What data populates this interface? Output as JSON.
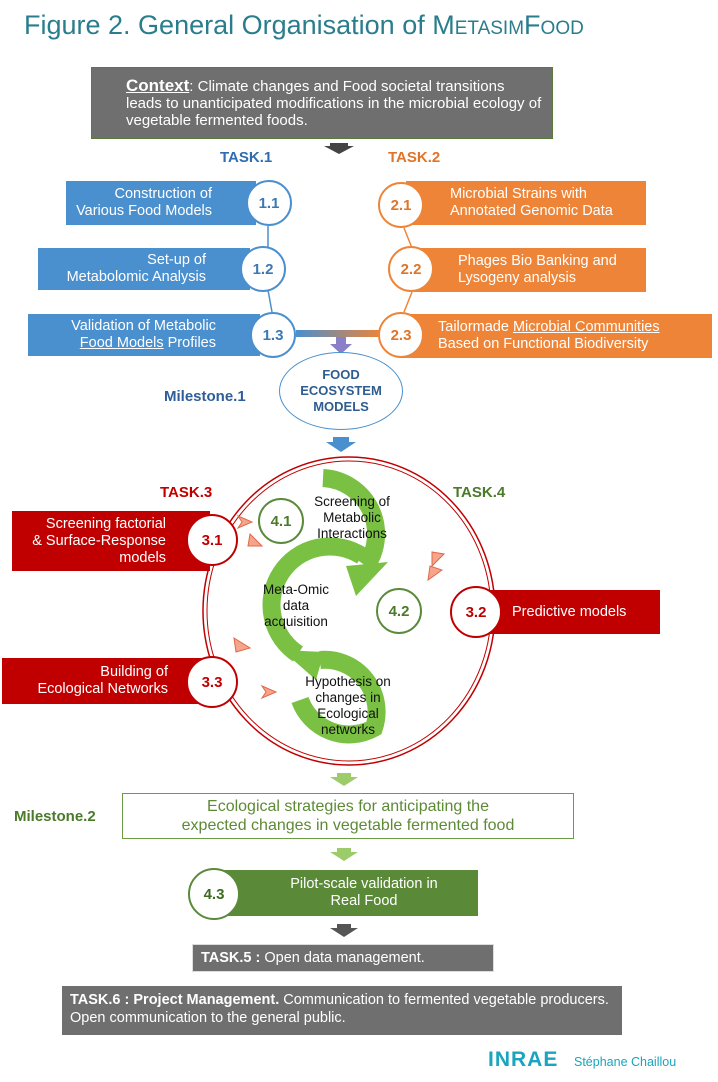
{
  "title": {
    "main": "Figure 2. General Organisation of ",
    "brand_m": "M",
    "brand_mid": "ETASIM",
    "brand_f": "F",
    "brand_end": "OOD"
  },
  "context": {
    "heading": "Context",
    "text": ": Climate changes and Food societal transitions leads to unanticipated modifications in the microbial ecology of vegetable fermented foods."
  },
  "task1": {
    "label": "TASK.1"
  },
  "task2": {
    "label": "TASK.2"
  },
  "task3": {
    "label": "TASK.3"
  },
  "task4": {
    "label": "TASK.4"
  },
  "t11": {
    "num": "1.1",
    "line1": "Construction of",
    "line2": "Various Food Models"
  },
  "t12": {
    "num": "1.2",
    "line1": "Set-up of",
    "line2": "Metabolomic Analysis"
  },
  "t13": {
    "num": "1.3",
    "line1": "Validation of Metabolic",
    "line2_u": "Food Models",
    "line2_rest": " Profiles"
  },
  "t21": {
    "num": "2.1",
    "line1": "Microbial Strains with",
    "line2": "Annotated Genomic Data"
  },
  "t22": {
    "num": "2.2",
    "line1": "Phages Bio Banking and",
    "line2": "Lysogeny analysis"
  },
  "t23": {
    "num": "2.3",
    "line1_pre": "Tailormade ",
    "line1_u": "Microbial Communities",
    "line2": "Based on Functional Biodiversity"
  },
  "ecosystem": {
    "line1": "FOOD",
    "line2": "ECOSYSTEM",
    "line3": "MODELS"
  },
  "milestone1": "Milestone.1",
  "t31": {
    "num": "3.1",
    "line1": "Screening factorial",
    "line2": "& Surface-Response",
    "line3": "models"
  },
  "t32": {
    "num": "3.2",
    "label": "Predictive models"
  },
  "t33": {
    "num": "3.3",
    "line1": "Building of",
    "line2": "Ecological Networks"
  },
  "t41": {
    "num": "4.1",
    "line1": "Screening of",
    "line2": "Metabolic",
    "line3": "Interactions"
  },
  "t42": {
    "num": "4.2",
    "line1": "Meta-Omic",
    "line2": "data",
    "line3": "acquisition"
  },
  "hypo": {
    "line1": "Hypothesis on",
    "line2": "changes in",
    "line3": "Ecological",
    "line4": "networks"
  },
  "milestone2": "Milestone.2",
  "ecostrat": {
    "line1": "Ecological strategies for anticipating the",
    "line2": "expected changes in vegetable fermented food"
  },
  "t43": {
    "num": "4.3",
    "line1": "Pilot-scale validation in",
    "line2": "Real Food"
  },
  "task5": {
    "head": "TASK.5 :",
    "text": " Open data management."
  },
  "task6": {
    "head": "TASK.6 : Project Management.",
    "text": " Communication to fermented vegetable producers. Open communication to the general public."
  },
  "footer": {
    "logo": "INRAE",
    "author": "Stéphane Chaillou"
  },
  "colors": {
    "blue": "#4a8fce",
    "orange": "#ee8437",
    "red": "#c00000",
    "green": "#6aa84f",
    "gray": "#6f6f6f",
    "teal": "#2a7d8c"
  }
}
